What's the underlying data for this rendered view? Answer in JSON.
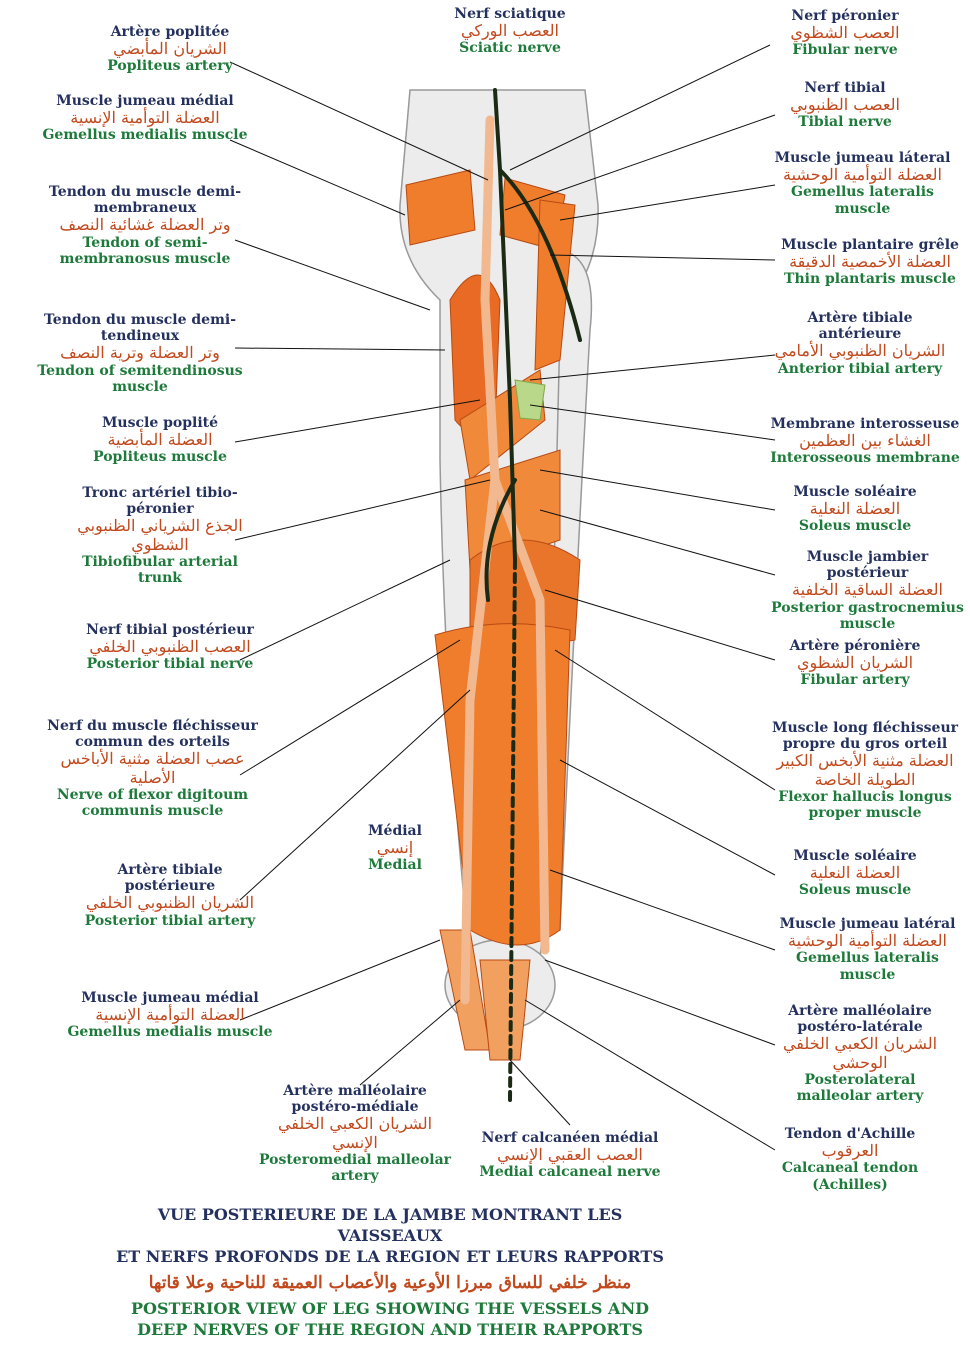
{
  "labels": [
    {
      "id": "popliteal-artery",
      "fr": "Artère poplitée",
      "ar": "الشريان المأبضي",
      "en": "Popliteus artery"
    },
    {
      "id": "gemellus-medialis-top",
      "fr": "Muscle jumeau médial",
      "ar": "العضلة التوأمية الإنسية",
      "en": "Gemellus medialis muscle"
    },
    {
      "id": "semimembranosus-tendon",
      "fr": "Tendon du muscle demi-membraneux",
      "ar": "وتر العضلة غشائية النصف",
      "en": "Tendon of semi-membranosus muscle"
    },
    {
      "id": "semitendinosus-tendon",
      "fr": "Tendon du muscle demi-tendineux",
      "ar": "وتر العضلة وترية النصف",
      "en": "Tendon of semitendinosus muscle"
    },
    {
      "id": "popliteus-muscle",
      "fr": "Muscle poplité",
      "ar": "العضلة المأبضية",
      "en": "Popliteus muscle"
    },
    {
      "id": "tibiofibular-trunk",
      "fr": "Tronc artériel tibio-péronier",
      "ar": "الجذع الشرياني الظنبوبي الشظوي",
      "en": "Tibiofibular arterial trunk"
    },
    {
      "id": "posterior-tibial-nerve",
      "fr": "Nerf tibial postérieur",
      "ar": "العصب الظنبوبي الخلفي",
      "en": "Posterior tibial nerve"
    },
    {
      "id": "flexor-digitorum-nerve",
      "fr": "Nerf du muscle fléchisseur commun des orteils",
      "ar": "عصب العضلة مثنية الأباخس الأصلية",
      "en": "Nerve of flexor digitoum communis muscle"
    },
    {
      "id": "posterior-tibial-artery",
      "fr": "Artère tibiale postérieure",
      "ar": "الشريان الظنبوبي الخلفي",
      "en": "Posterior tibial artery"
    },
    {
      "id": "gemellus-medialis-bottom",
      "fr": "Muscle jumeau médial",
      "ar": "العضلة التوأمية الإنسية",
      "en": "Gemellus medialis muscle"
    },
    {
      "id": "posteromedial-malleolar-artery",
      "fr": "Artère malléolaire postéro-médiale",
      "ar": "الشريان الكعبي الخلفي الإنسي",
      "en": "Posteromedial malleolar artery"
    },
    {
      "id": "sciatic-nerve",
      "fr": "Nerf sciatique",
      "ar": "العصب الوركي",
      "en": "Sciatic nerve"
    },
    {
      "id": "medial",
      "fr": "Médial",
      "ar": "إنسي",
      "en": "Medial"
    },
    {
      "id": "medial-calcaneal-nerve",
      "fr": "Nerf calcanéen médial",
      "ar": "العصب العقبي الإنسي",
      "en": "Medial calcaneal nerve"
    },
    {
      "id": "fibular-nerve",
      "fr": "Nerf péronier",
      "ar": "العصب الشظوي",
      "en": "Fibular nerve"
    },
    {
      "id": "tibial-nerve",
      "fr": "Nerf tibial",
      "ar": "العصب الظنبوبي",
      "en": "Tibial nerve"
    },
    {
      "id": "gemellus-lateralis-top",
      "fr": "Muscle jumeau láteral",
      "ar": "العضلة التوأمية الوحشية",
      "en": "Gemellus lateralis muscle"
    },
    {
      "id": "plantaris-muscle",
      "fr": "Muscle plantaire grêle",
      "ar": "العضلة الأخمصية الدقيقة",
      "en": "Thin plantaris muscle"
    },
    {
      "id": "anterior-tibial-artery",
      "fr": "Artère tibiale antérieure",
      "ar": "الشريان الظنبوبي الأمامي",
      "en": "Anterior tibial artery"
    },
    {
      "id": "interosseous-membrane",
      "fr": "Membrane interosseuse",
      "ar": "الغشاء بين العظمين",
      "en": "Interosseous membrane"
    },
    {
      "id": "soleus-top",
      "fr": "Muscle soléaire",
      "ar": "العضلة النعلية",
      "en": "Soleus muscle"
    },
    {
      "id": "tibialis-posterior",
      "fr": "Muscle jambier postérieur",
      "ar": "العضلة الساقية الخلفية",
      "en": "Posterior gastrocnemius muscle"
    },
    {
      "id": "fibular-artery",
      "fr": "Artère péronière",
      "ar": "الشريان الشظوي",
      "en": "Fibular artery"
    },
    {
      "id": "flexor-hallucis-longus",
      "fr": "Muscle long fléchisseur propre du gros orteil",
      "ar": "العضلة مثنية الأبخس الكبير الطويلة الخاصة",
      "en": "Flexor hallucis longus proper muscle"
    },
    {
      "id": "soleus-bottom",
      "fr": "Muscle soléaire",
      "ar": "العضلة النعلية",
      "en": "Soleus muscle"
    },
    {
      "id": "gemellus-lateralis-bottom",
      "fr": "Muscle jumeau latéral",
      "ar": "العضلة التوأمية الوحشية",
      "en": "Gemellus lateralis muscle"
    },
    {
      "id": "posterolateral-malleolar-artery",
      "fr": "Artère malléolaire postéro-latérale",
      "ar": "الشريان الكعبي الخلفي الوحشي",
      "en": "Posterolateral malleolar artery"
    },
    {
      "id": "achilles-tendon",
      "fr": "Tendon d'Achille",
      "ar": "العرقوب",
      "en": "Calcaneal tendon (Achilles)"
    }
  ],
  "caption": {
    "fr_line1": "VUE POSTERIEURE DE LA JAMBE MONTRANT LES VAISSEAUX",
    "fr_line2": "ET NERFS PROFONDS DE LA REGION ET LEURS RAPPORTS",
    "ar": "منظر خلفي للساق مبرزا الأوعية والأعصاب العميقة للناحية وعلا قاتها",
    "en_line1": "POSTERIOR VIEW OF LEG SHOWING THE VESSELS AND",
    "en_line2": "DEEP NERVES OF THE REGION AND THEIR RAPPORTS"
  },
  "colors": {
    "muscle": "#ef7d2c",
    "muscle_dark": "#d2561a",
    "nerve": "#1a2a14",
    "artery": "#f2b890",
    "membrane": "#b9d88a",
    "bone": "#e8e8e8",
    "leader": "#111111"
  }
}
